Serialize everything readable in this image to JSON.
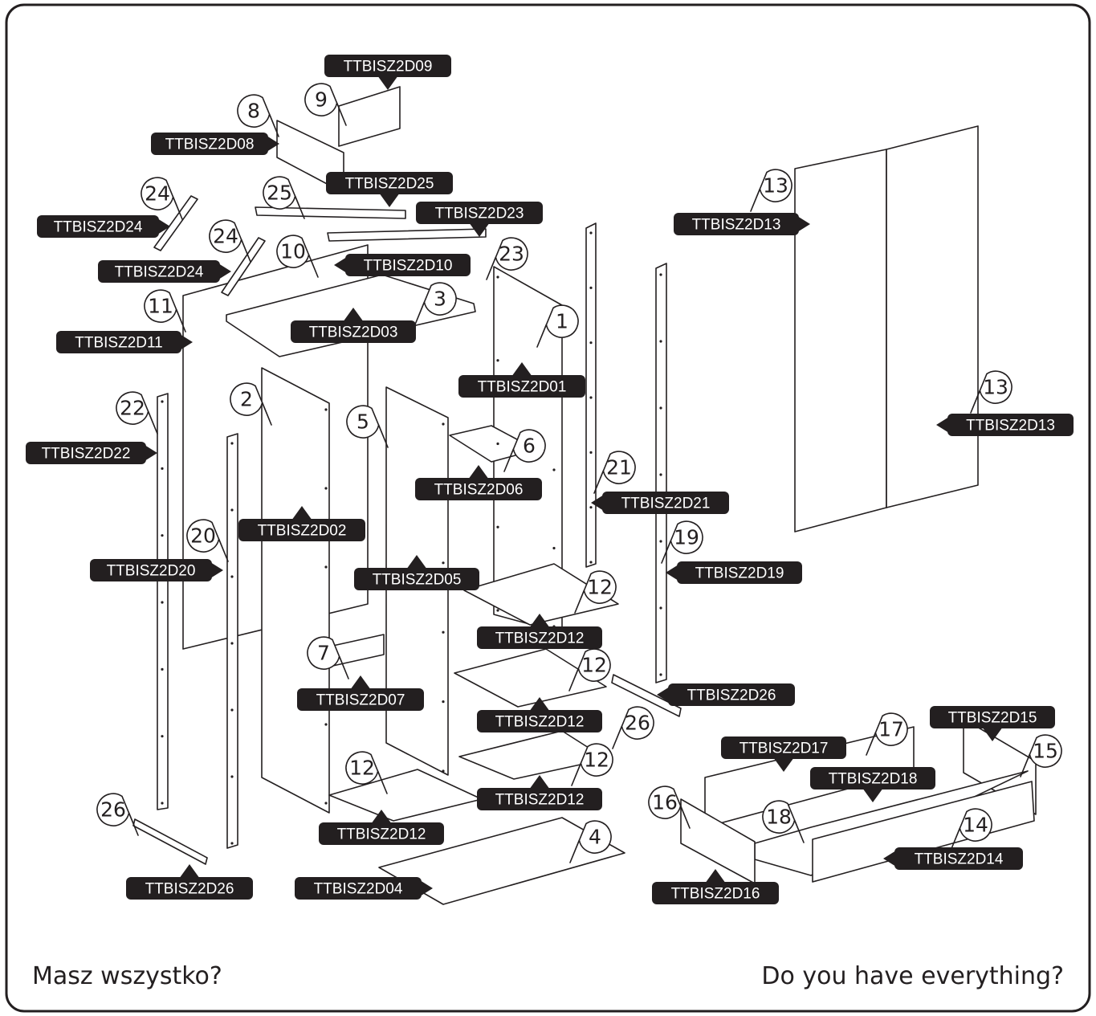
{
  "footer": {
    "left_text": "Masz wszystko?",
    "right_text": "Do you have everything?"
  },
  "parts": [
    {
      "number": "1",
      "code": "TTBISZ2D01"
    },
    {
      "number": "2",
      "code": "TTBISZ2D02"
    },
    {
      "number": "3",
      "code": "TTBISZ2D03"
    },
    {
      "number": "4",
      "code": "TTBISZ2D04"
    },
    {
      "number": "5",
      "code": "TTBISZ2D05"
    },
    {
      "number": "6",
      "code": "TTBISZ2D06"
    },
    {
      "number": "7",
      "code": "TTBISZ2D07"
    },
    {
      "number": "8",
      "code": "TTBISZ2D08"
    },
    {
      "number": "9",
      "code": "TTBISZ2D09"
    },
    {
      "number": "10",
      "code": "TTBISZ2D10"
    },
    {
      "number": "11",
      "code": "TTBISZ2D11"
    },
    {
      "number": "12",
      "code": "TTBISZ2D12"
    },
    {
      "number": "13",
      "code": "TTBISZ2D13"
    },
    {
      "number": "14",
      "code": "TTBISZ2D14"
    },
    {
      "number": "15",
      "code": "TTBISZ2D15"
    },
    {
      "number": "16",
      "code": "TTBISZ2D16"
    },
    {
      "number": "17",
      "code": "TTBISZ2D17"
    },
    {
      "number": "18",
      "code": "TTBISZ2D18"
    },
    {
      "number": "19",
      "code": "TTBISZ2D19"
    },
    {
      "number": "20",
      "code": "TTBISZ2D20"
    },
    {
      "number": "21",
      "code": "TTBISZ2D21"
    },
    {
      "number": "22",
      "code": "TTBISZ2D22"
    },
    {
      "number": "23",
      "code": "TTBISZ2D23"
    },
    {
      "number": "24",
      "code": "TTBISZ2D24"
    },
    {
      "number": "25",
      "code": "TTBISZ2D25"
    },
    {
      "number": "26",
      "code": "TTBISZ2D26"
    }
  ]
}
